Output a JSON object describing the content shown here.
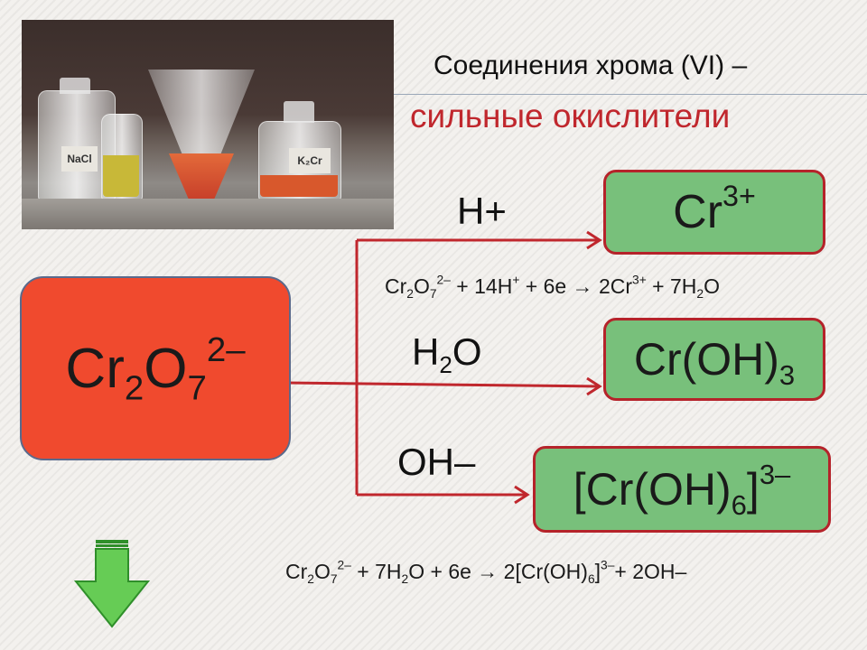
{
  "slide": {
    "title_line1": "Соединения хрома (VI) –",
    "title_line2": "сильные окислители",
    "photo": {
      "bottle_label_1": "NaCl",
      "bottle_label_2": "K₂Cr"
    }
  },
  "reactant": {
    "element1": "Cr",
    "sub1": "2",
    "element2": "O",
    "sub2": "7",
    "charge": "2–"
  },
  "branches": [
    {
      "reagent": "H+",
      "product_base": "Cr",
      "product_charge": "3+"
    },
    {
      "reagent_base": "H",
      "reagent_sub": "2",
      "reagent_tail": "O",
      "product_base": "Cr(OH)",
      "product_sub": "3"
    },
    {
      "reagent": "OH–",
      "product_open": "[Cr(OH)",
      "product_sub": "6",
      "product_close": "]",
      "product_charge": "3–"
    }
  ],
  "equations": {
    "acid": {
      "t1": "Cr",
      "s1": "2",
      "t2": "O",
      "s2": "7",
      "c1": "2–",
      "t3": " + 14H",
      "c2": "+",
      "t4": "  + 6e → 2Cr",
      "c3": "3+",
      "t5": " + 7H",
      "s3": "2",
      "t6": "O"
    },
    "neutral_base": {
      "t1": "Cr",
      "s1": "2",
      "t2": "O",
      "s2": "7",
      "c1": "2–",
      "t3": " + 7H",
      "s3": "2",
      "t4": "O  + 6e → 2[Cr(OH)",
      "s4": "6",
      "t5": "]",
      "c2": "3–",
      "t6": "+ 2OH–"
    }
  },
  "colors": {
    "reactant_fill": "#f04a2e",
    "product_fill": "#78c07b",
    "product_border": "#b5232a",
    "arrow": "#c0272d",
    "title_accent": "#c0272d",
    "nav_arrow": "#66cc55"
  },
  "icons": {
    "nav_arrow": "down-arrow-icon"
  }
}
